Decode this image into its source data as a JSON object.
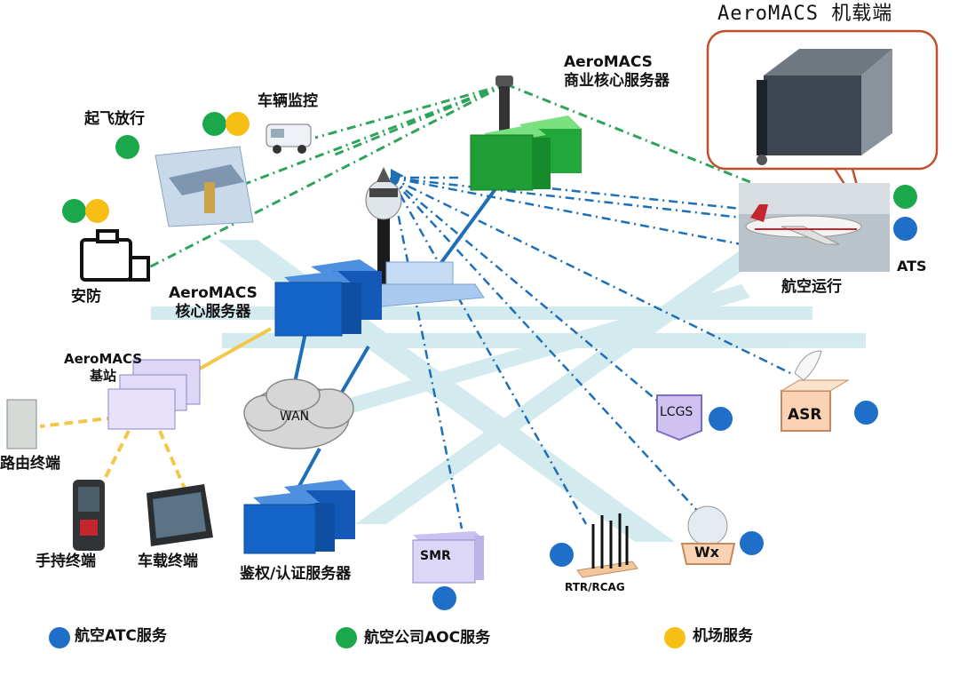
{
  "title": "AeroMACS 机载端",
  "nodes": {
    "commercial_server": "AeroMACS\n商业核心服务器",
    "core_server": "AeroMACS\n核心服务器",
    "base_station": "AeroMACS\n基站",
    "wan": "WAN",
    "auth_server": "鉴权/认证服务器",
    "smr": "SMR",
    "lcgs": "LCGS",
    "asr": "ASR",
    "wx": "Wx",
    "rtr": "RTR/RCAG",
    "takeoff": "起飞放行",
    "vehicle_monitor": "车辆监控",
    "security": "安防",
    "router_terminal": "路由终端",
    "handheld": "手持终端",
    "vehicle_terminal": "车载终端",
    "aviation_ops": "航空运行",
    "ats": "ATS"
  },
  "legend": [
    {
      "label": "航空ATC服务",
      "color": "#1f6fc8"
    },
    {
      "label": "航空公司AOC服务",
      "color": "#1aa84a"
    },
    {
      "label": "机场服务",
      "color": "#f7bf16"
    }
  ]
}
